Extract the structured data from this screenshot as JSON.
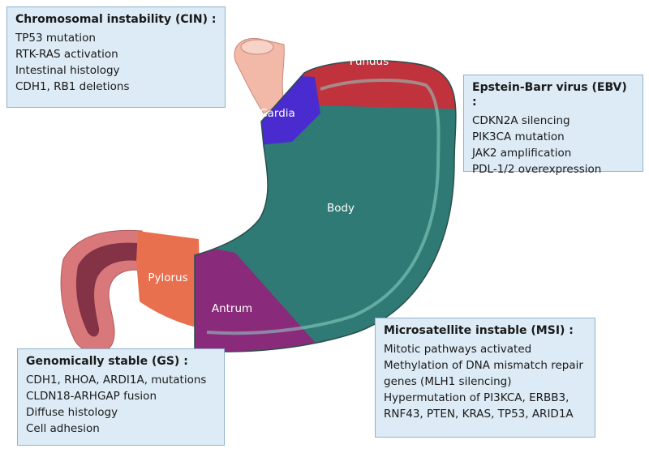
{
  "regions": {
    "fundus": "Fundus",
    "cardia": "Cardia",
    "body": "Body",
    "pylorus": "Pylorus",
    "antrum": "Antrum"
  },
  "boxes": {
    "cin": {
      "title": "Chromosomal instability (CIN) :",
      "items": [
        "TP53 mutation",
        "RTK-RAS activation",
        "Intestinal histology",
        "CDH1, RB1 deletions"
      ]
    },
    "ebv": {
      "title": "Epstein-Barr virus (EBV) :",
      "items": [
        "CDKN2A silencing",
        "PIK3CA mutation",
        "JAK2 amplification",
        "PDL-1/2 overexpression"
      ]
    },
    "gs": {
      "title": "Genomically stable (GS) :",
      "items": [
        "CDH1, RHOA, ARDI1A, mutations",
        "CLDN18-ARHGAP fusion",
        "Diffuse histology",
        "Cell adhesion"
      ]
    },
    "msi": {
      "title": "Microsatellite instable (MSI) :",
      "items": [
        "Mitotic pathways activated",
        "Methylation of DNA mismatch repair",
        "genes (MLH1 silencing)",
        "Hypermutation of PI3KCA, ERBB3,",
        "RNF43, PTEN, KRAS, TP53, ARID1A"
      ]
    }
  },
  "colors": {
    "fundus": "#c0323c",
    "cardia": "#4a2bd0",
    "body": "#2f7a74",
    "pylorus": "#e8704f",
    "antrum": "#8a2a7a",
    "esophagus": "#f2b8a8",
    "duodenum": "#d9787a",
    "box_bg": "#dcebf5",
    "box_border": "#8fb3cc"
  }
}
